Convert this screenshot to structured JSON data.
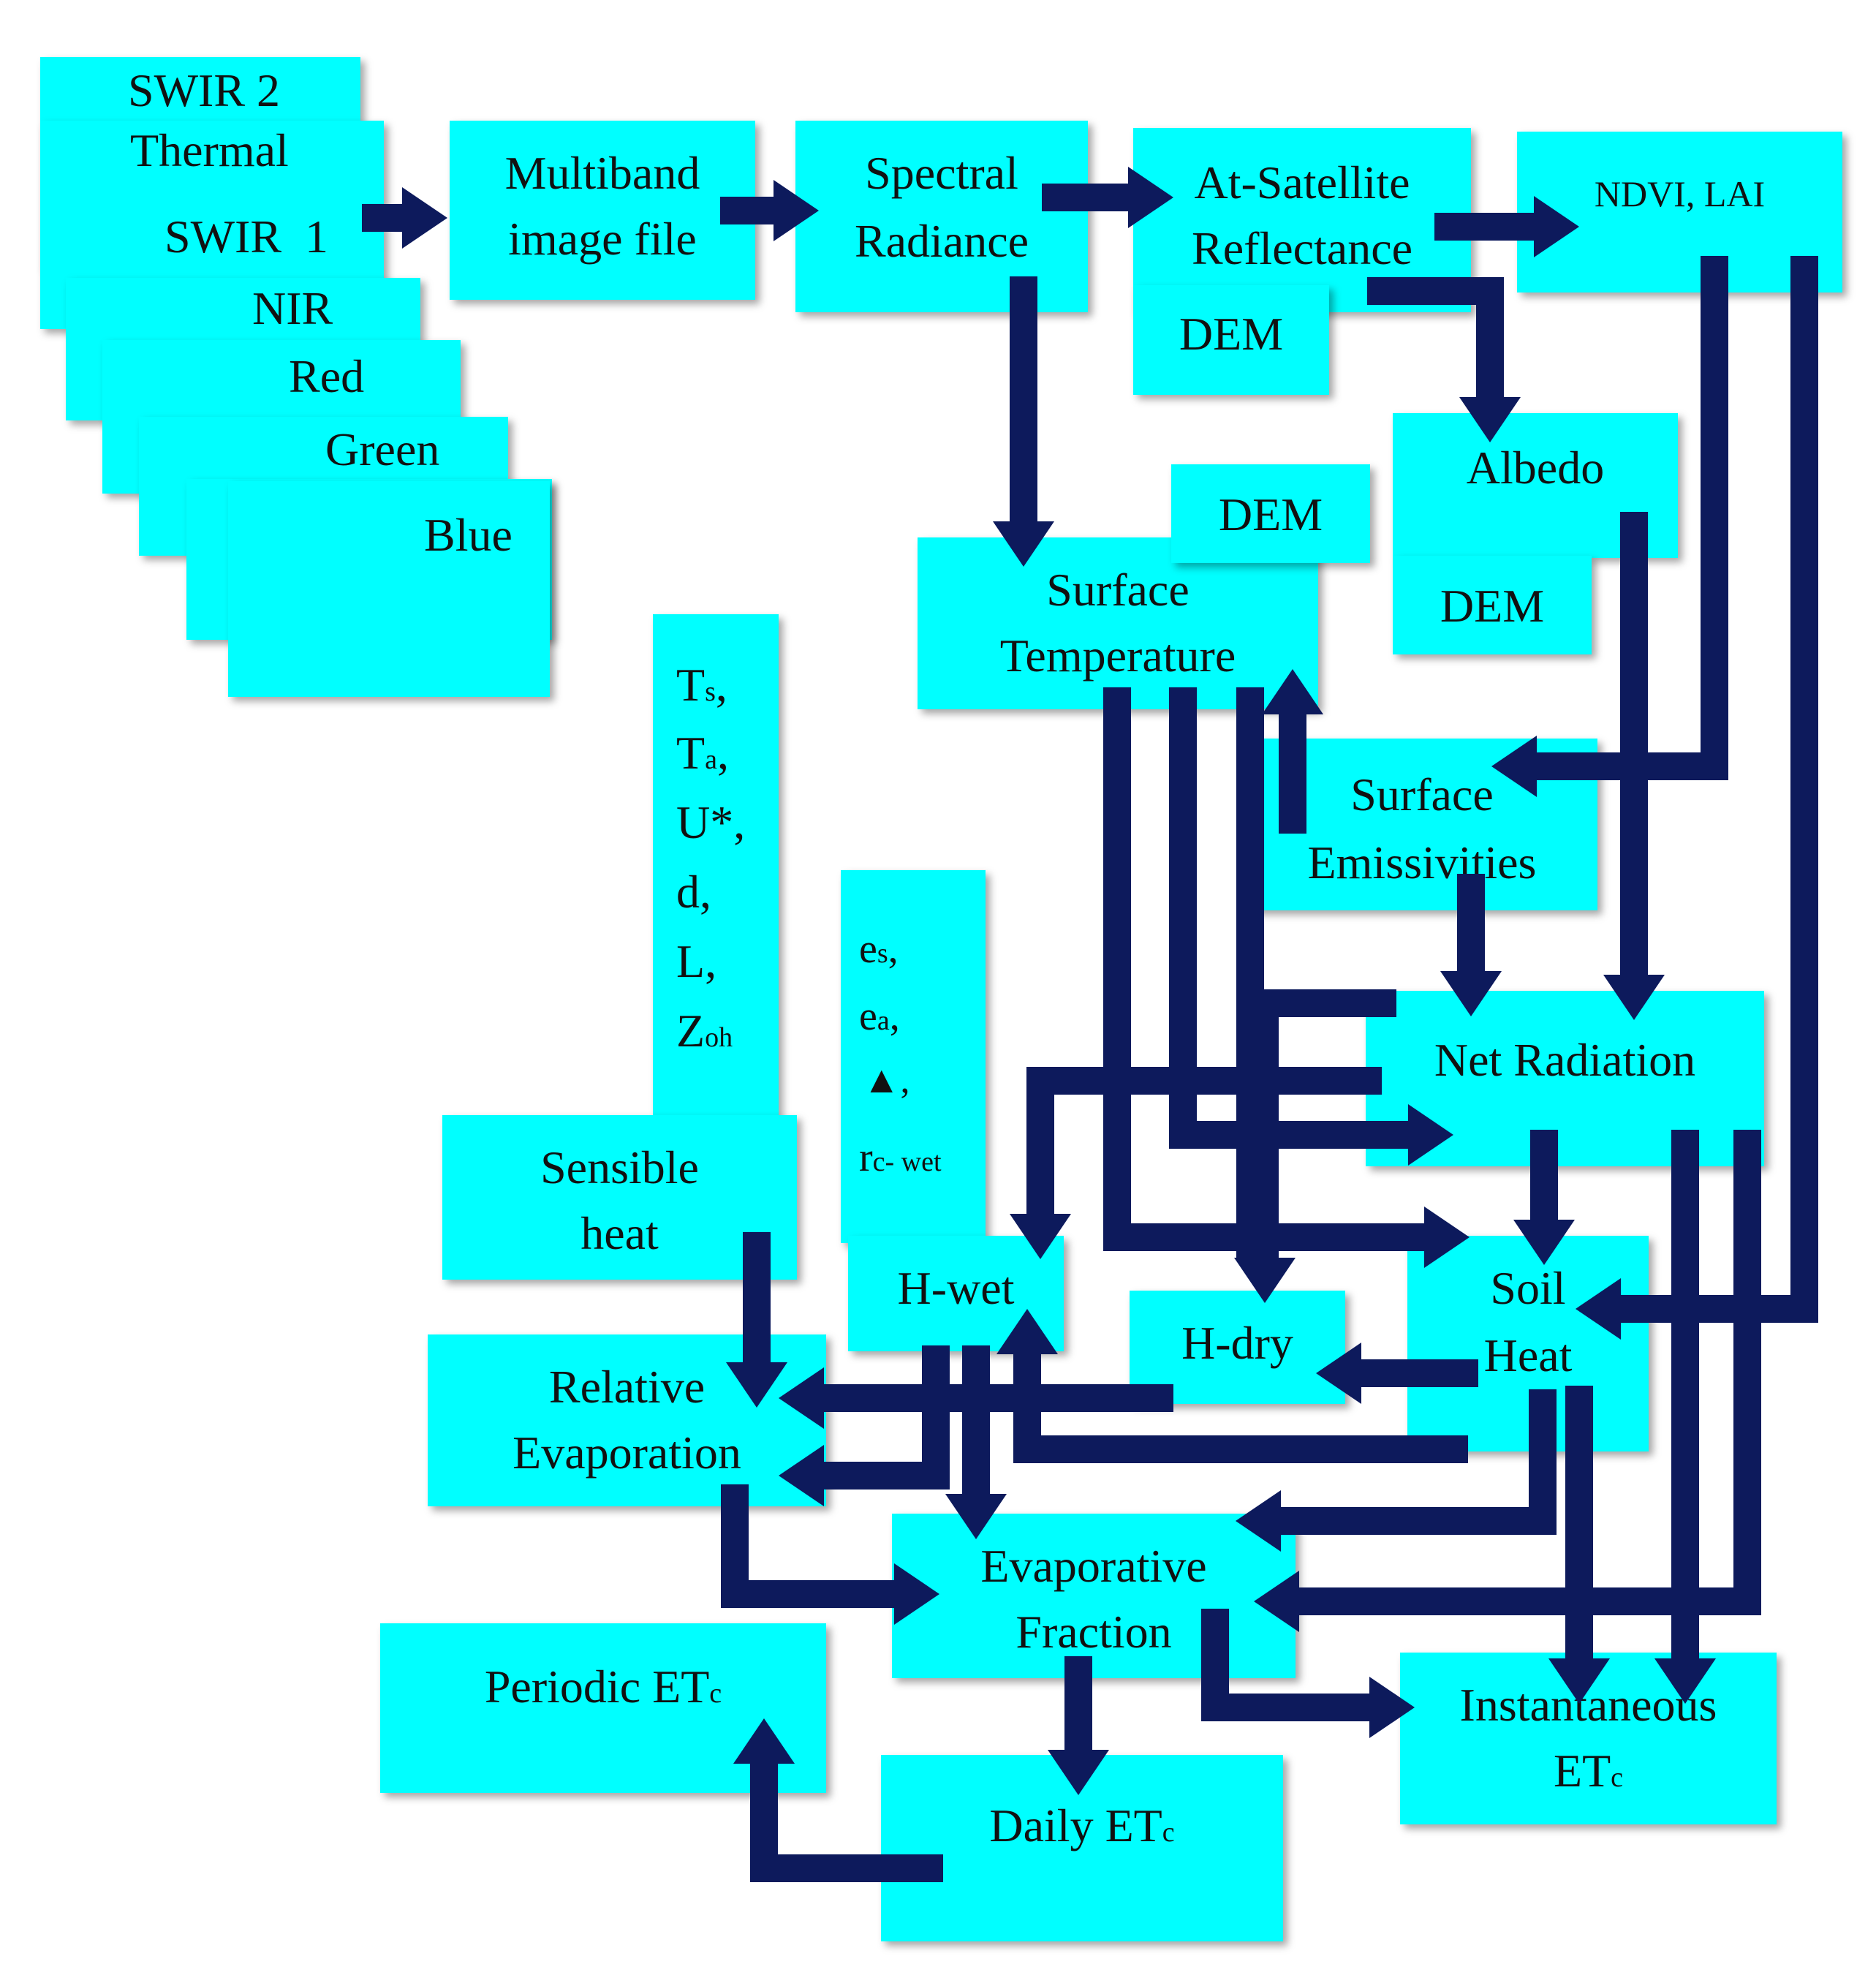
{
  "colors": {
    "box_fill": "#00ffff",
    "arrow": "#0d1a5c",
    "shadow": "#999999"
  },
  "bands": {
    "swir2": "SWIR 2",
    "thermal": "Thermal",
    "swir1": "SWIR  1",
    "nir": "NIR",
    "red": "Red",
    "green": "Green",
    "blue": "Blue"
  },
  "nodes": {
    "multiband_l1": "Multiband",
    "multiband_l2": "image file",
    "spectral_l1": "Spectral",
    "spectral_l2": "Radiance",
    "atsat_l1": "At-Satellite",
    "atsat_l2": "Reflectance",
    "ndvi": "NDVI, LAI",
    "dem1": "DEM",
    "dem2": "DEM",
    "dem3": "DEM",
    "albedo": "Albedo",
    "surftemp_l1": "Surface",
    "surftemp_l2": "Temperature",
    "emiss_l1": "Surface",
    "emiss_l2": "Emissivities",
    "netrad": "Net Radiation",
    "soil_l1": "Soil",
    "soil_l2": "Heat",
    "hwet": "H-wet",
    "hdry": "H-dry",
    "sensible_l1": "Sensible",
    "sensible_l2": "heat",
    "releva_l1": "Relative",
    "releva_l2": "Evaporation",
    "evapfrac_l1": "Evaporative",
    "evapfrac_l2": "Fraction",
    "periodic": "Periodic ET",
    "periodic_sub": "c",
    "daily": "Daily ET",
    "daily_sub": "c",
    "inst_l1": "Instantaneous",
    "inst_l2": "ET",
    "inst_sub": "c"
  },
  "params": {
    "ts": "T",
    "ts_sub": "s",
    "ts_tail": ",",
    "ta": "T",
    "ta_sub": "a",
    "ta_tail": ",",
    "ustar": "U*,",
    "d": "d,",
    "l": "L,",
    "zoh": "Z",
    "zoh_sub": "oh",
    "es": "e",
    "es_sub": "s",
    "es_tail": ",",
    "ea": "e",
    "ea_sub": "a",
    "ea_tail": ",",
    "delta": "▲,",
    "rc": "r",
    "rc_sub": "c- wet"
  }
}
